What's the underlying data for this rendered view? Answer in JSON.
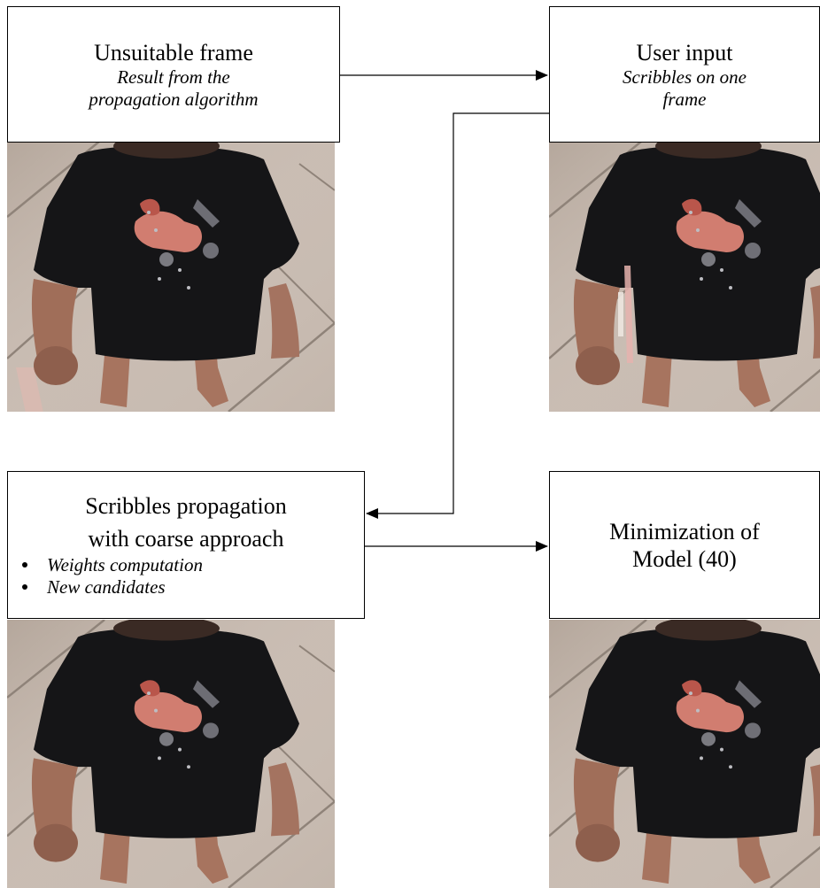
{
  "boxes": {
    "unsuitable": {
      "title": "Unsuitable frame",
      "subtitle_line1": "Result from the",
      "subtitle_line2": "propagation algorithm"
    },
    "user_input": {
      "title": "User input",
      "subtitle_line1": "Scribbles on one",
      "subtitle_line2": "frame"
    },
    "propagation": {
      "title_line1": "Scribbles propagation",
      "title_line2": "with coarse approach",
      "bullets": [
        "Weights computation",
        "New candidates"
      ]
    },
    "minimization": {
      "title_line1": "Minimization of",
      "title_line2": "Model (40)"
    }
  },
  "colors": {
    "shirt": "#141416",
    "skin": "#b07a63",
    "floor": "#c9bcb0",
    "grout": "#9a8d82",
    "shadow": "#5a4a40",
    "print_pink": "#d4867a",
    "scribble_pink": "#e6b3ae",
    "scribble_white": "#ede6df"
  }
}
